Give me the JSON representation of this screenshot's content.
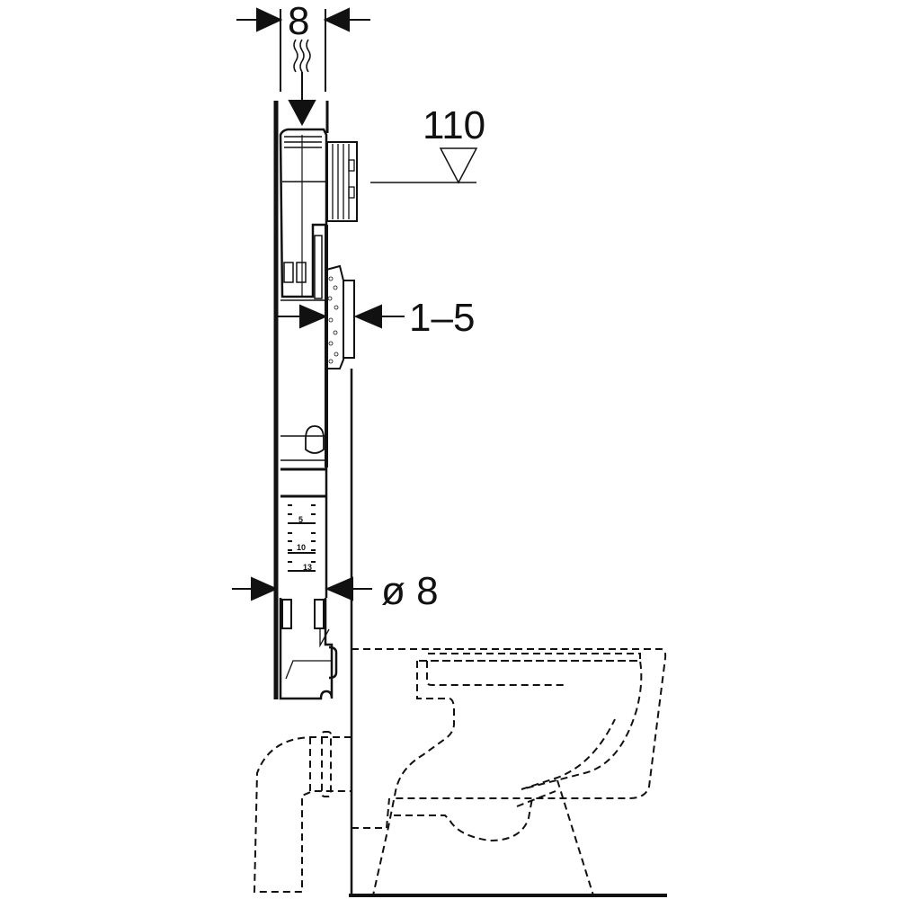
{
  "diagram": {
    "subject": "Concealed WC cistern frame installation side view",
    "colors": {
      "line": "#111111",
      "background": "#ffffff",
      "fill": "#ffffff"
    },
    "dimensions": {
      "frame_depth": "8",
      "flush_plate_height": "110",
      "flush_plate_offset": "1–5",
      "pipe_diameter": "ø 8"
    },
    "scale_marks": {
      "mark_5": "5",
      "mark_10": "10",
      "mark_13": "13"
    },
    "symbols": {
      "water_inlet": "water-inlet-icon",
      "level_marker": "level-triangle-icon"
    }
  }
}
